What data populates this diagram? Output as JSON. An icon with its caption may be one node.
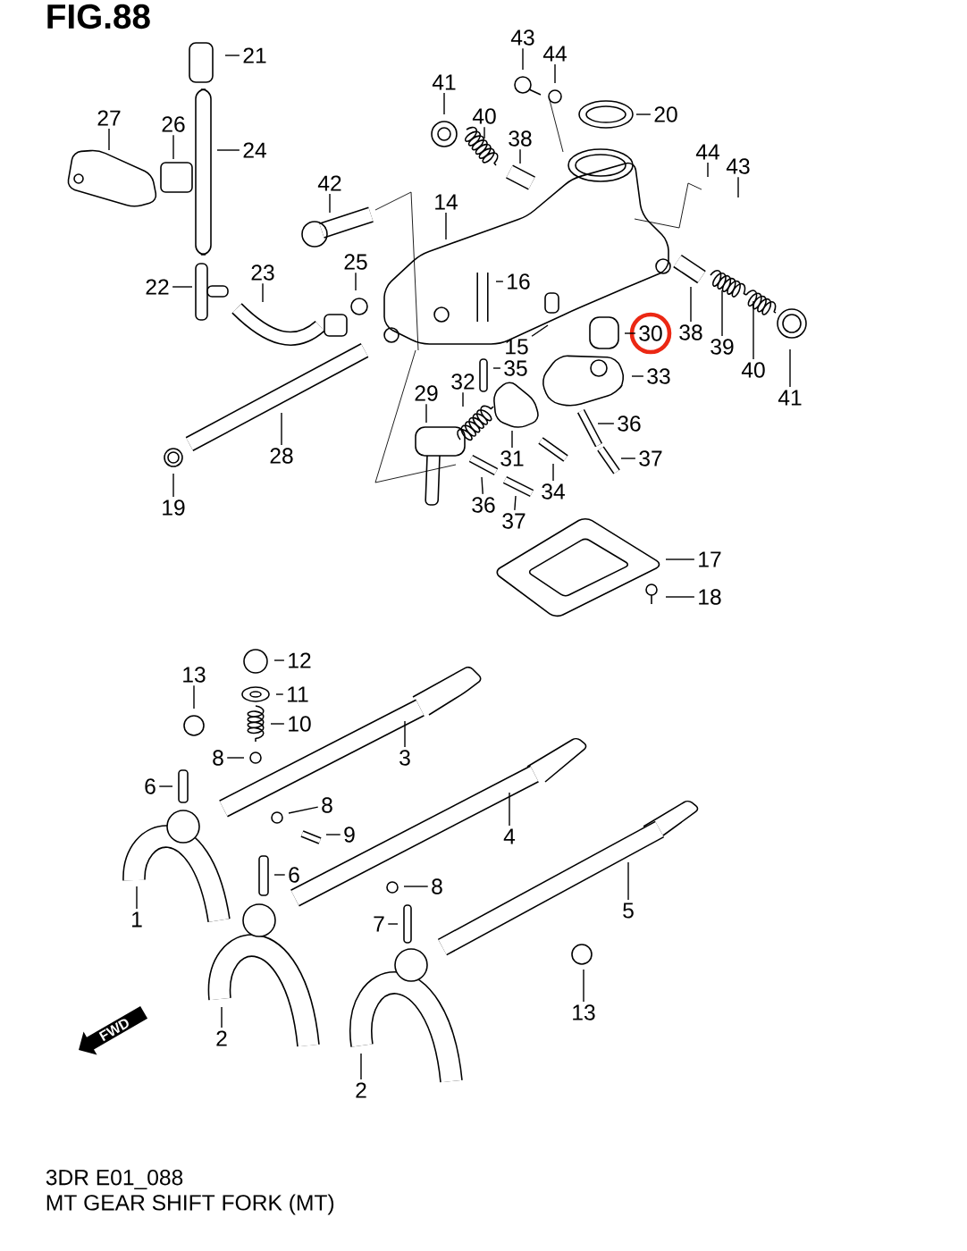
{
  "diagram": {
    "title": "FIG.88",
    "nodes": [
      {
        "text": [
          "43"
        ]
      },
      {
        "text": [
          "44"
        ]
      },
      {
        "text": [
          "21"
        ]
      },
      {
        "text": [
          "41"
        ]
      },
      {
        "text": [
          "20"
        ]
      },
      {
        "text": [
          "40"
        ]
      },
      {
        "text": [
          "27"
        ]
      },
      {
        "text": [
          "26"
        ]
      },
      {
        "text": [
          "38"
        ]
      },
      {
        "text": [
          "24"
        ]
      },
      {
        "text": [
          "44"
        ]
      },
      {
        "text": [
          "43"
        ]
      },
      {
        "text": [
          "42"
        ]
      },
      {
        "text": [
          "14"
        ]
      },
      {
        "text": [
          "25"
        ]
      },
      {
        "text": [
          "23"
        ]
      },
      {
        "text": [
          "16"
        ]
      },
      {
        "text": [
          "22"
        ]
      },
      {
        "text": [
          "30"
        ]
      },
      {
        "text": [
          "38"
        ]
      },
      {
        "text": [
          "15"
        ]
      },
      {
        "text": [
          "39"
        ]
      },
      {
        "text": [
          "35"
        ]
      },
      {
        "text": [
          "40"
        ]
      },
      {
        "text": [
          "33"
        ]
      },
      {
        "text": [
          "32"
        ]
      },
      {
        "text": [
          "29"
        ]
      },
      {
        "text": [
          "41"
        ]
      },
      {
        "text": [
          "36"
        ]
      },
      {
        "text": [
          "28"
        ]
      },
      {
        "text": [
          "31"
        ]
      },
      {
        "text": [
          "37"
        ]
      },
      {
        "text": [
          "34"
        ]
      },
      {
        "text": [
          "36"
        ]
      },
      {
        "text": [
          "19"
        ]
      },
      {
        "text": [
          "37"
        ]
      },
      {
        "text": [
          "17"
        ]
      },
      {
        "text": [
          "18"
        ]
      },
      {
        "text": [
          "12"
        ]
      },
      {
        "text": [
          "13"
        ]
      },
      {
        "text": [
          "11"
        ]
      },
      {
        "text": [
          "10"
        ]
      },
      {
        "text": [
          "8"
        ]
      },
      {
        "text": [
          "3"
        ]
      },
      {
        "text": [
          "6"
        ]
      },
      {
        "text": [
          "8"
        ]
      },
      {
        "text": [
          "9"
        ]
      },
      {
        "text": [
          "4"
        ]
      },
      {
        "text": [
          "6"
        ]
      },
      {
        "text": [
          "8"
        ]
      },
      {
        "text": [
          "1"
        ]
      },
      {
        "text": [
          "7"
        ]
      },
      {
        "text": [
          "5"
        ]
      },
      {
        "text": [
          "13"
        ]
      },
      {
        "text": [
          "2"
        ]
      },
      {
        "text": [
          "2"
        ]
      }
    ],
    "edges": [
      {
        "from": 0,
        "to": null,
        "arrow": "none"
      },
      {
        "from": 1,
        "to": null,
        "arrow": "none"
      },
      {
        "from": 2,
        "to": null,
        "arrow": "none"
      },
      {
        "from": 3,
        "to": null,
        "arrow": "none"
      },
      {
        "from": 4,
        "to": null,
        "arrow": "none"
      },
      {
        "from": 5,
        "to": null,
        "arrow": "none"
      },
      {
        "from": 6,
        "to": null,
        "arrow": "none"
      },
      {
        "from": 7,
        "to": null,
        "arrow": "none"
      },
      {
        "from": 8,
        "to": null,
        "arrow": "none"
      },
      {
        "from": 9,
        "to": null,
        "arrow": "none"
      },
      {
        "from": 10,
        "to": null,
        "arrow": "none"
      },
      {
        "from": 11,
        "to": null,
        "arrow": "none"
      },
      {
        "from": 12,
        "to": null,
        "arrow": "none"
      },
      {
        "from": 13,
        "to": null,
        "arrow": "none"
      },
      {
        "from": 14,
        "to": null,
        "arrow": "none"
      },
      {
        "from": 15,
        "to": null,
        "arrow": "none"
      },
      {
        "from": 16,
        "to": null,
        "arrow": "none"
      },
      {
        "from": 17,
        "to": null,
        "arrow": "none"
      },
      {
        "from": 18,
        "to": null,
        "arrow": "none"
      },
      {
        "from": 19,
        "to": null,
        "arrow": "none"
      },
      {
        "from": 20,
        "to": null,
        "arrow": "none"
      },
      {
        "from": 21,
        "to": null,
        "arrow": "none"
      },
      {
        "from": 22,
        "to": null,
        "arrow": "none"
      },
      {
        "from": 23,
        "to": null,
        "arrow": "none"
      },
      {
        "from": 24,
        "to": null,
        "arrow": "none"
      },
      {
        "from": 25,
        "to": null,
        "arrow": "none"
      },
      {
        "from": 26,
        "to": null,
        "arrow": "none"
      },
      {
        "from": 27,
        "to": null,
        "arrow": "none"
      },
      {
        "from": 28,
        "to": null,
        "arrow": "none"
      },
      {
        "from": 29,
        "to": null,
        "arrow": "none"
      },
      {
        "from": 30,
        "to": null,
        "arrow": "none"
      },
      {
        "from": 31,
        "to": null,
        "arrow": "none"
      },
      {
        "from": 32,
        "to": null,
        "arrow": "none"
      },
      {
        "from": 33,
        "to": null,
        "arrow": "none"
      },
      {
        "from": 34,
        "to": null,
        "arrow": "none"
      },
      {
        "from": 35,
        "to": null,
        "arrow": "none"
      },
      {
        "from": 36,
        "to": null,
        "arrow": "none"
      },
      {
        "from": 37,
        "to": null,
        "arrow": "none"
      },
      {
        "from": 38,
        "to": null,
        "arrow": "none"
      },
      {
        "from": 39,
        "to": null,
        "arrow": "none"
      },
      {
        "from": 40,
        "to": null,
        "arrow": "none"
      },
      {
        "from": 41,
        "to": null,
        "arrow": "none"
      },
      {
        "from": 42,
        "to": null,
        "arrow": "none"
      },
      {
        "from": 43,
        "to": null,
        "arrow": "none"
      },
      {
        "from": 44,
        "to": null,
        "arrow": "none"
      },
      {
        "from": 45,
        "to": null,
        "arrow": "none"
      },
      {
        "from": 46,
        "to": null,
        "arrow": "none"
      },
      {
        "from": 47,
        "to": null,
        "arrow": "none"
      },
      {
        "from": 48,
        "to": null,
        "arrow": "none"
      },
      {
        "from": 49,
        "to": null,
        "arrow": "none"
      },
      {
        "from": 50,
        "to": null,
        "arrow": "none"
      },
      {
        "from": 51,
        "to": null,
        "arrow": "none"
      },
      {
        "from": 52,
        "to": null,
        "arrow": "none"
      },
      {
        "from": 53,
        "to": null,
        "arrow": "none"
      },
      {
        "from": 54,
        "to": null,
        "arrow": "none"
      },
      {
        "from": 55,
        "to": null,
        "arrow": "none"
      }
    ],
    "labels": [
      "FWD",
      "3DR E01_088",
      "MT GEAR SHIFT FORK (MT)"
    ]
  }
}
